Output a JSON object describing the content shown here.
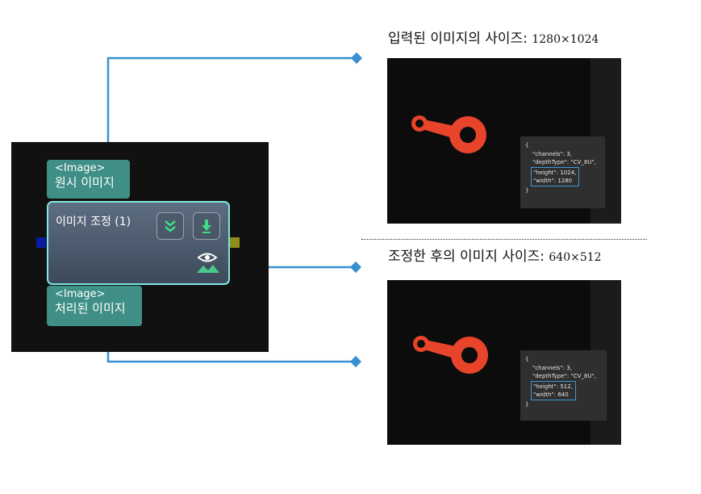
{
  "node_graph": {
    "input_port": {
      "type_label": "<Image>",
      "name": "원시 이미지"
    },
    "node": {
      "title": "이미지 조정 (1)",
      "buttons": [
        "double-chevron-down-icon",
        "download-arrow-icon"
      ],
      "preview_icon": "eye-image-icon"
    },
    "output_port": {
      "type_label": "<Image>",
      "name": "처리된 이미지"
    }
  },
  "input_panel": {
    "caption": "입력된 이미지의 사이즈:",
    "dimensions": "1280×1024",
    "info_lines": {
      "open": "{",
      "channels": "\"channels\": 3,",
      "depth": "\"depthType\": \"CV_8U\",",
      "height": "\"height\": 1024,",
      "width": "\"width\": 1280",
      "close": "}"
    }
  },
  "output_panel": {
    "caption": "조정한 후의 이미지 사이즈:",
    "dimensions": "640×512",
    "info_lines": {
      "open": "{",
      "channels": "\"channels\": 3,",
      "depth": "\"depthType\": \"CV_8U\",",
      "height": "\"height\": 512,",
      "width": "\"width\": 640",
      "close": "}"
    }
  },
  "colors": {
    "connector": "#3a8fd0",
    "node_border": "#7fe6e1",
    "port_tag": "#3f8f86",
    "highlight_box": "#3b9ad8",
    "part": "#e8442b"
  }
}
